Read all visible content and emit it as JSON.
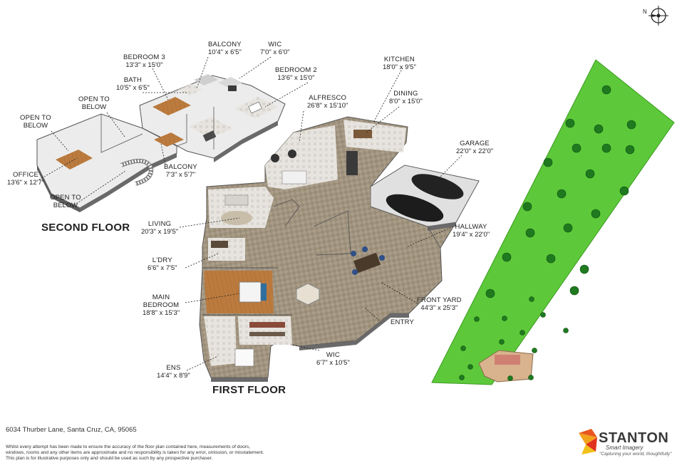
{
  "floors": {
    "second": "SECOND FLOOR",
    "first": "FIRST FLOOR"
  },
  "rooms": {
    "balcony_top": {
      "name": "BALCONY",
      "dims": "10'4\" x 6'5\""
    },
    "wic_top": {
      "name": "WIC",
      "dims": "7'0\" x 6'0\""
    },
    "bedroom3": {
      "name": "BEDROOM 3",
      "dims": "13'3\" x 15'0\""
    },
    "bedroom2": {
      "name": "BEDROOM 2",
      "dims": "13'6\" x 15'0\""
    },
    "bath": {
      "name": "BATH",
      "dims": "10'5\" x 6'5\""
    },
    "open_below_1": {
      "name": "OPEN TO",
      "dims": "BELOW"
    },
    "open_below_2": {
      "name": "OPEN TO",
      "dims": "BELOW"
    },
    "open_below_3": {
      "name": "OPEN TO",
      "dims": "BELOW"
    },
    "office": {
      "name": "OFFICE",
      "dims": "13'6\" x 12'7\""
    },
    "balcony_mid": {
      "name": "BALCONY",
      "dims": "7'3\" x 5'7\""
    },
    "alfresco": {
      "name": "ALFRESCO",
      "dims": "26'8\" x 15'10\""
    },
    "kitchen": {
      "name": "KITCHEN",
      "dims": "18'0\" x 9'5\""
    },
    "dining": {
      "name": "DINING",
      "dims": "8'0\" x 15'0\""
    },
    "garage": {
      "name": "GARAGE",
      "dims": "22'0\" x 22'0\""
    },
    "living": {
      "name": "LIVING",
      "dims": "20'3\" x 19'5\""
    },
    "hallway": {
      "name": "HALLWAY",
      "dims": "19'4\" x 22'0\""
    },
    "laundry": {
      "name": "L'DRY",
      "dims": "6'6\" x 7'5\""
    },
    "main_bedroom": {
      "name": "MAIN",
      "name2": "BEDROOM",
      "dims": "18'8\" x 15'3\""
    },
    "front_yard": {
      "name": "FRONT YARD",
      "dims": "44'3\" x 25'3\""
    },
    "entry": {
      "name": "ENTRY"
    },
    "wic_bottom": {
      "name": "WIC",
      "dims": "6'7\" x 10'5\""
    },
    "ens": {
      "name": "ENS",
      "dims": "14'4\" x 8'9\""
    }
  },
  "compass": {
    "label": "N"
  },
  "address": "6034 Thurber Lane, Santa Cruz, CA, 95065",
  "disclaimer": [
    "Whilst every attempt has been made to ensure the accuracy of the floor plan contained here, measurements of doors,",
    "windows, rooms and any other items are approximate and no responsibility is taken for any error, omission, or misstatement.",
    "This plan is for illustrative purposes only and should be used as such by any prospective purchaser."
  ],
  "logo": {
    "name": "STANTON",
    "sub": "Smart Imagery",
    "tagline": "\"Capturing your world, thoughtfully\""
  },
  "colors": {
    "lawn": "#5dc93a",
    "tree": "#1f7a1f",
    "floor_tile": "#a89a85",
    "wood": "#b9783a",
    "wall": "#f2f2f2",
    "wall_side": "#6a6a6a"
  },
  "icons": [
    "compass-icon",
    "stanton-logo-icon"
  ]
}
